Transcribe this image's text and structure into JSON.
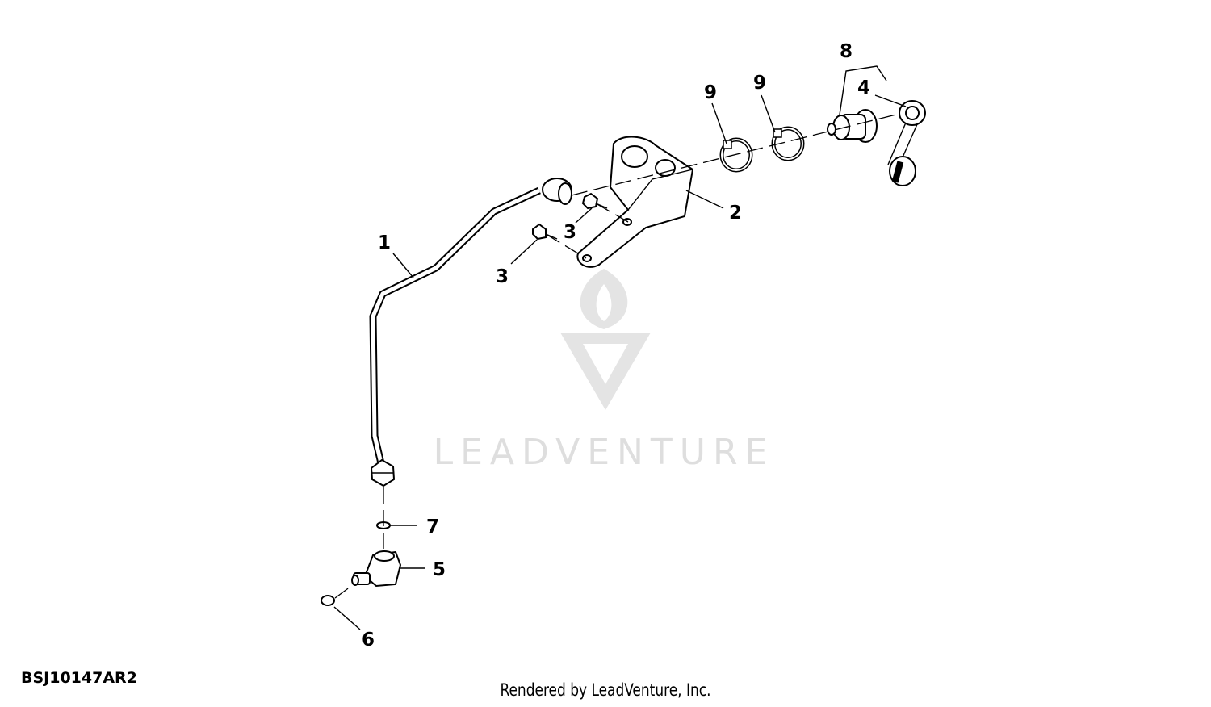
{
  "watermark": {
    "text": "LEADVENTURE"
  },
  "callouts": [
    {
      "id": "1",
      "label": "1"
    },
    {
      "id": "2",
      "label": "2"
    },
    {
      "id": "3a",
      "label": "3"
    },
    {
      "id": "3b",
      "label": "3"
    },
    {
      "id": "4",
      "label": "4"
    },
    {
      "id": "5",
      "label": "5"
    },
    {
      "id": "6",
      "label": "6"
    },
    {
      "id": "7",
      "label": "7"
    },
    {
      "id": "8",
      "label": "8"
    },
    {
      "id": "9a",
      "label": "9"
    },
    {
      "id": "9b",
      "label": "9"
    }
  ],
  "diagram_id": "BSJ10147AR2",
  "credit": "Rendered by LeadVenture, Inc."
}
